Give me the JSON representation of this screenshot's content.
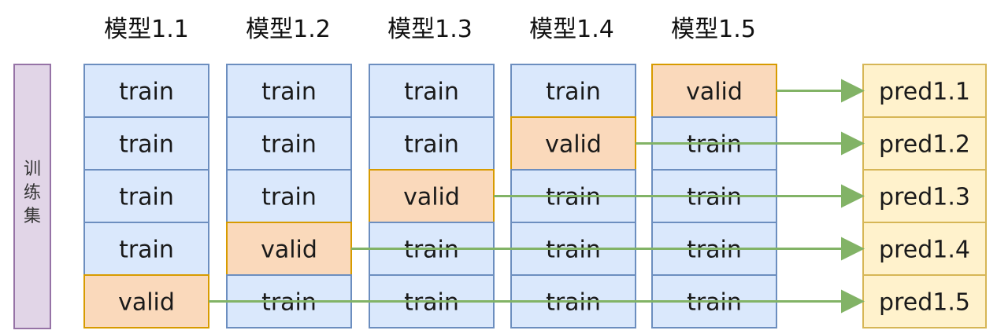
{
  "side_label": "训\n练\n集",
  "models": [
    {
      "label": "模型1.1",
      "cells": [
        "train",
        "train",
        "train",
        "train",
        "valid"
      ]
    },
    {
      "label": "模型1.2",
      "cells": [
        "train",
        "train",
        "train",
        "valid",
        "train"
      ]
    },
    {
      "label": "模型1.3",
      "cells": [
        "train",
        "train",
        "valid",
        "train",
        "train"
      ]
    },
    {
      "label": "模型1.4",
      "cells": [
        "train",
        "valid",
        "train",
        "train",
        "train"
      ]
    },
    {
      "label": "模型1.5",
      "cells": [
        "valid",
        "train",
        "train",
        "train",
        "train"
      ]
    }
  ],
  "predictions": [
    "pred1.1",
    "pred1.2",
    "pred1.3",
    "pred1.4",
    "pred1.5"
  ],
  "colors": {
    "train_fill": "#dae8fc",
    "train_stroke": "#6c8ebf",
    "valid_fill": "#fad9bb",
    "valid_stroke": "#d79b00",
    "pred_fill": "#fff2cc",
    "pred_stroke": "#d6b656",
    "side_fill": "#e1d5e7",
    "side_stroke": "#9673a6",
    "arrow": "#82b366"
  }
}
